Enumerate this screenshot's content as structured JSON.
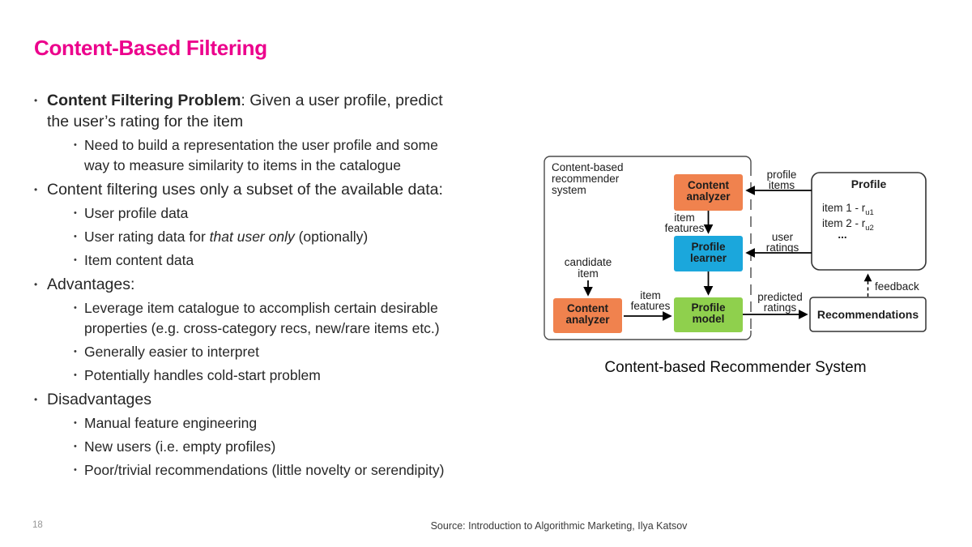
{
  "slide": {
    "title": "Content-Based Filtering",
    "title_color": "#EC008C",
    "page_number": "18",
    "source": "Source: Introduction to Algorithmic Marketing, Ilya Katsov",
    "caption": "Content-based Recommender System"
  },
  "bullets": [
    {
      "level": 1,
      "lines": [
        [
          {
            "t": "Content Filtering Problem",
            "b": true
          },
          {
            "t": ": Given a user profile, predict"
          }
        ],
        [
          {
            "t": "the user’s rating for the item"
          }
        ]
      ]
    },
    {
      "level": 2,
      "lines": [
        [
          {
            "t": "Need to build a representation the user profile and some"
          }
        ],
        [
          {
            "t": "way to measure similarity to items in the catalogue"
          }
        ]
      ]
    },
    {
      "level": 1,
      "lines": [
        [
          {
            "t": "Content filtering uses only a subset of the available data:"
          }
        ]
      ]
    },
    {
      "level": 2,
      "lines": [
        [
          {
            "t": "User profile data"
          }
        ]
      ]
    },
    {
      "level": 2,
      "lines": [
        [
          {
            "t": "User rating data for "
          },
          {
            "t": "that user only",
            "i": true
          },
          {
            "t": " (optionally)"
          }
        ]
      ]
    },
    {
      "level": 2,
      "lines": [
        [
          {
            "t": "Item content data"
          }
        ]
      ]
    },
    {
      "level": 1,
      "lines": [
        [
          {
            "t": "Advantages:"
          }
        ]
      ]
    },
    {
      "level": 2,
      "lines": [
        [
          {
            "t": "Leverage item catalogue to accomplish certain desirable"
          }
        ],
        [
          {
            "t": "properties (e.g. cross-category recs, new/rare items etc.)"
          }
        ]
      ]
    },
    {
      "level": 2,
      "lines": [
        [
          {
            "t": "Generally easier to interpret"
          }
        ]
      ]
    },
    {
      "level": 2,
      "lines": [
        [
          {
            "t": "Potentially handles cold-start problem"
          }
        ]
      ]
    },
    {
      "level": 1,
      "lines": [
        [
          {
            "t": "Disadvantages"
          }
        ]
      ]
    },
    {
      "level": 2,
      "lines": [
        [
          {
            "t": "Manual feature engineering"
          }
        ]
      ]
    },
    {
      "level": 2,
      "lines": [
        [
          {
            "t": "New users (i.e. empty profiles)"
          }
        ]
      ]
    },
    {
      "level": 2,
      "lines": [
        [
          {
            "t": "Poor/trivial recommendations (little novelty or serendipity)"
          }
        ]
      ]
    }
  ],
  "diagram": {
    "system_label": {
      "line1": "Content-based",
      "line2": "recommender",
      "line3": "system"
    },
    "colors": {
      "orange": "#F0824E",
      "orange_border": "#D8683A",
      "blue": "#1BA7DC",
      "blue_border": "#0E85B5",
      "green": "#8FD04D",
      "green_border": "#6FAE35"
    },
    "boxes": {
      "content_analyzer_top": {
        "line1": "Content",
        "line2": "analyzer"
      },
      "profile_learner": {
        "line1": "Profile",
        "line2": "learner"
      },
      "profile_model": {
        "line1": "Profile",
        "line2": "model"
      },
      "content_analyzer_bottom": {
        "line1": "Content",
        "line2": "analyzer"
      },
      "profile": {
        "title": "Profile",
        "item1": "item 1 - r",
        "item1_sub": "u1",
        "item2": "item 2 - r",
        "item2_sub": "u2",
        "ellipsis": "..."
      },
      "recommendations": {
        "label": "Recommendations"
      }
    },
    "labels": {
      "profile_items": {
        "line1": "profile",
        "line2": "items"
      },
      "user_ratings": {
        "line1": "user",
        "line2": "ratings"
      },
      "predicted_ratings": {
        "line1": "predicted",
        "line2": "ratings"
      },
      "feedback": "feedback",
      "item_features_top": {
        "line1": "item",
        "line2": "features"
      },
      "item_features_bottom": {
        "line1": "item",
        "line2": "features"
      },
      "candidate_item": {
        "line1": "candidate",
        "line2": "item"
      }
    }
  }
}
